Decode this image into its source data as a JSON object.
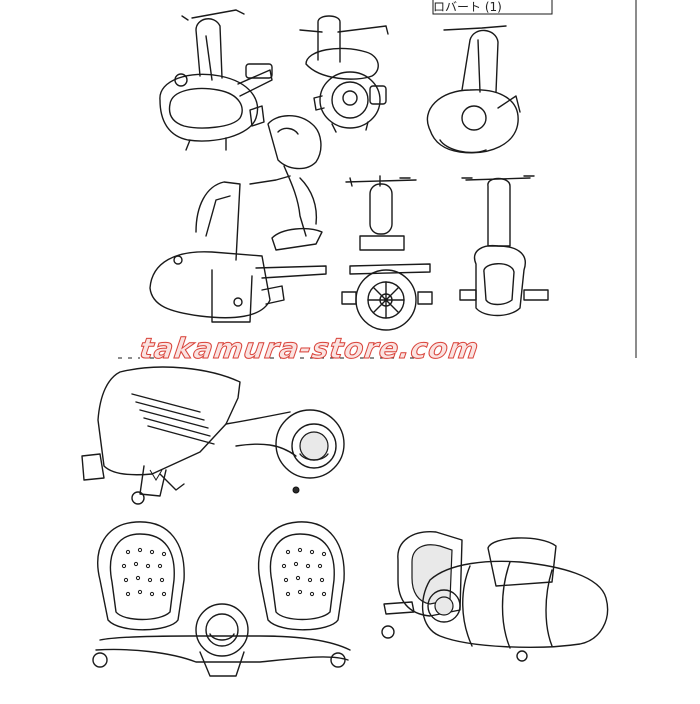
{
  "watermark": {
    "text": "takamura-store.com",
    "color": "#d9443b"
  },
  "sheet": {
    "corner_note": "ロバート (1)",
    "divider_note": "ロバート (1)",
    "ink_color": "#1a1a1a",
    "paper_color": "#ffffff"
  }
}
